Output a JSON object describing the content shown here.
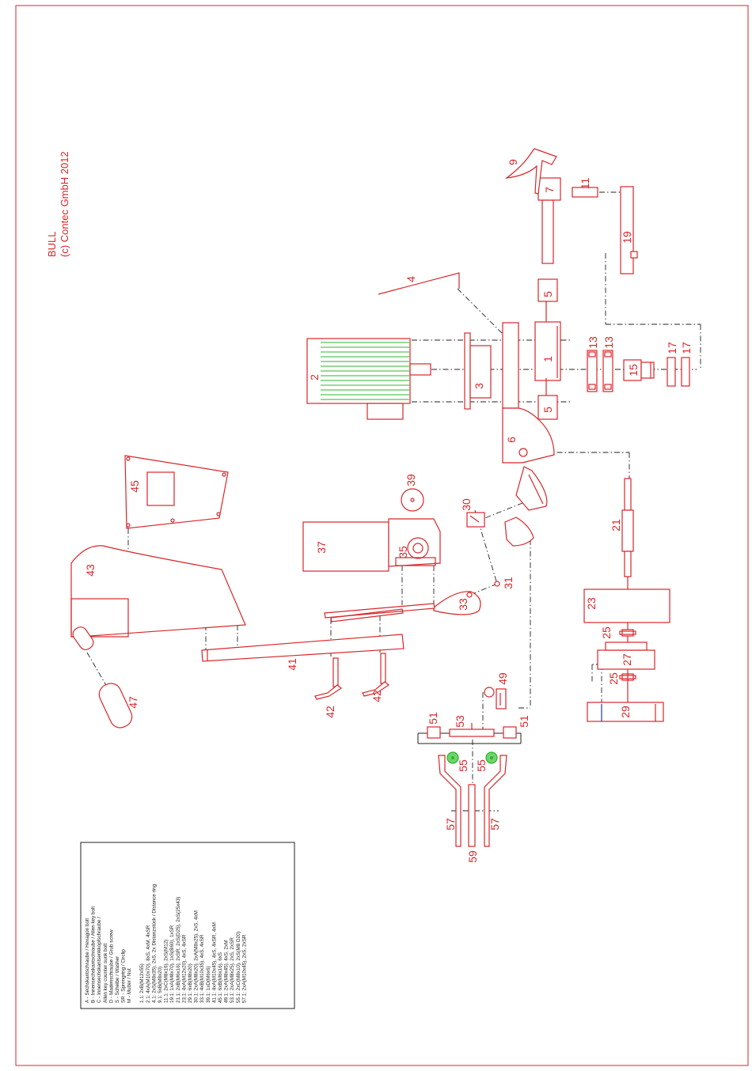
{
  "colors": {
    "line": "#d8262a",
    "frame": "#d8262a",
    "centerline": "#222222",
    "winding": "#2cb52c",
    "text": "#222222"
  },
  "title_lines": [
    "BULL",
    "(c) Contec GmbH 2012"
  ],
  "parts": {
    "p1": "1",
    "p2": "2",
    "p3": "3",
    "p4": "4",
    "p5a": "5",
    "p5b": "5",
    "p6": "6",
    "p7": "7",
    "p9": "9",
    "p11": "11",
    "p13a": "13",
    "p13b": "13",
    "p15": "15",
    "p17a": "17",
    "p17b": "17",
    "p19": "19",
    "p21": "21",
    "p23": "23",
    "p25a": "25",
    "p25b": "25",
    "p27": "27",
    "p29": "29",
    "p30": "30",
    "p31": "31",
    "p33": "33",
    "p35": "35",
    "p37": "37",
    "p39": "39",
    "p41": "41",
    "p42a": "42",
    "p42b": "42",
    "p43": "43",
    "p45": "45",
    "p47": "47",
    "p49": "49",
    "p51a": "51",
    "p51b": "51",
    "p53": "53",
    "p55a": "55",
    "p55b": "55",
    "p57a": "57",
    "p57b": "57",
    "p59": "59"
  },
  "legend": {
    "abbreviations": [
      "A  -  Sechskantschraube / Hexagon bolt",
      "B  -  Innensechskantschraube / Allen key bolt",
      "C  -  Innensechskantsenkkopfschraube /",
      "        Allen key counter sunk bolt",
      "D  -  Madenschraube / Grub screw",
      "S  -  Scheibe / Washer",
      "SR - Sprengring / Circlip",
      "M  -  Mutter / Nut"
    ],
    "items": [
      "1.1:   2xB(M12x55)",
      "2.1:   4xA(M10x70), 8xS, 4xM, 4xSR",
      "4.1:   2xS(M8x35), 2xS, 2x Distanzstück / Distance ring",
      "9.1:   5xB(M8x20)",
      "11.1:  2xC(M8x16), 2xS(M12)",
      "19.1:  1xA(M8x70), 1xS(B60), 1xSR",
      "21.1:  2xB(M6x16), 2xSR, 2xS(D25), 2xS(25x43)",
      "23.1:  4xA(M12x20), 4xS, 4xSR",
      "29.1:  6xB(M8x20)",
      "30.1:  2xA(M8x20), 2xA(M8x25), 2xS, 4xM",
      "33.1:  4xB(M10x35), 4xS, 4xSR",
      "39.1:  1xD(M6x6)",
      "41.1:  4xA(M10x45), 4xS, 4xSR, 4xM",
      "45.1:  6xB(M6x16), 6xS",
      "49.1:  2xA(M8x45), 4xS, 2xM",
      "53.1:  2xA(M8x25), 2xS, 2xSR",
      "55.1:  2xC(M8x10), 2xS(M8 D20)",
      "57.1:  2xA(M10x45), 2xS, 2xSR"
    ]
  }
}
